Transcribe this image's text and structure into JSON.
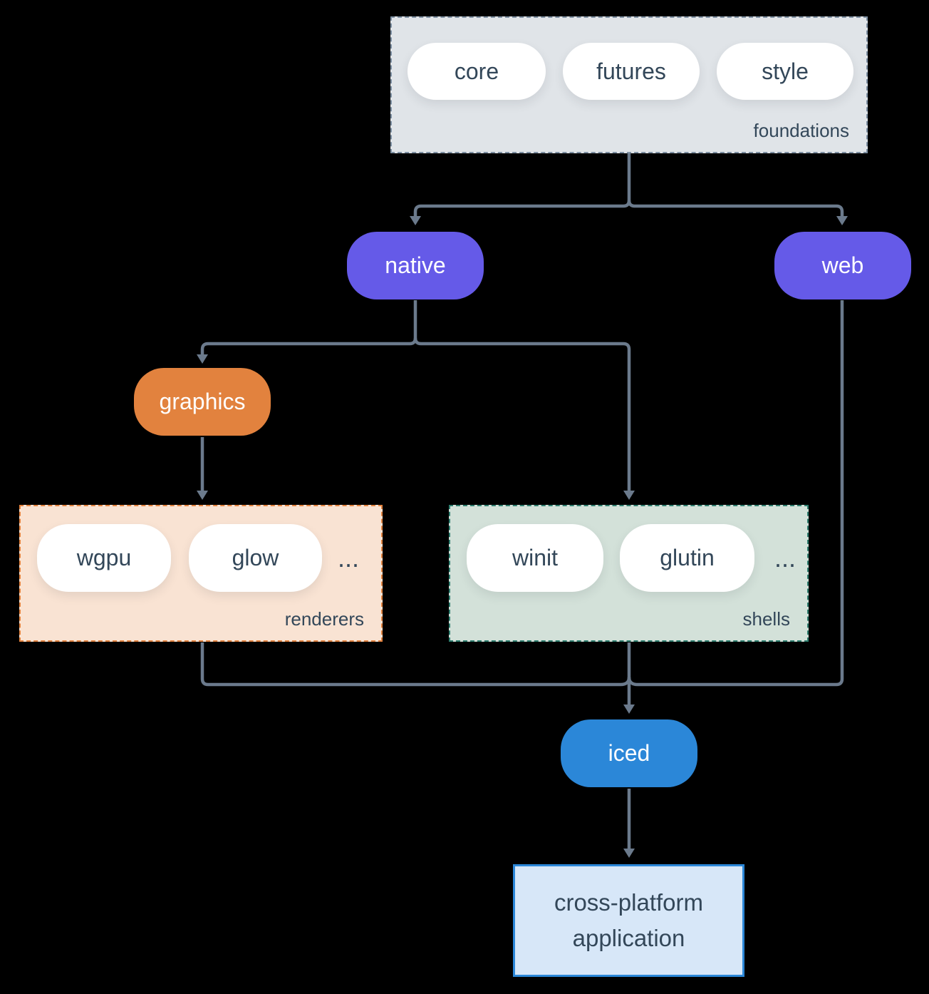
{
  "colors": {
    "background": "#000000",
    "line": "#6b7a8c",
    "ink": "#334759",
    "white": "#ffffff",
    "purple": "#655ae8",
    "orange": "#e2823e",
    "orange-fill": "#f9e3d3",
    "teal": "#2e7d6e",
    "teal-fill": "#d3e1d9",
    "slate": "#7e90a3",
    "slate-fill": "#e0e4e8",
    "blue": "#2b87d8",
    "blue-fill": "#d7e7f8"
  },
  "foundations": {
    "label": "foundations",
    "items": [
      "core",
      "futures",
      "style"
    ]
  },
  "nodes": {
    "native": "native",
    "web": "web",
    "graphics": "graphics",
    "iced": "iced"
  },
  "renderers": {
    "label": "renderers",
    "items": [
      "wgpu",
      "glow"
    ],
    "ellipsis": "..."
  },
  "shells": {
    "label": "shells",
    "items": [
      "winit",
      "glutin"
    ],
    "ellipsis": "..."
  },
  "application": {
    "lines": [
      "cross-platform",
      "application"
    ]
  }
}
